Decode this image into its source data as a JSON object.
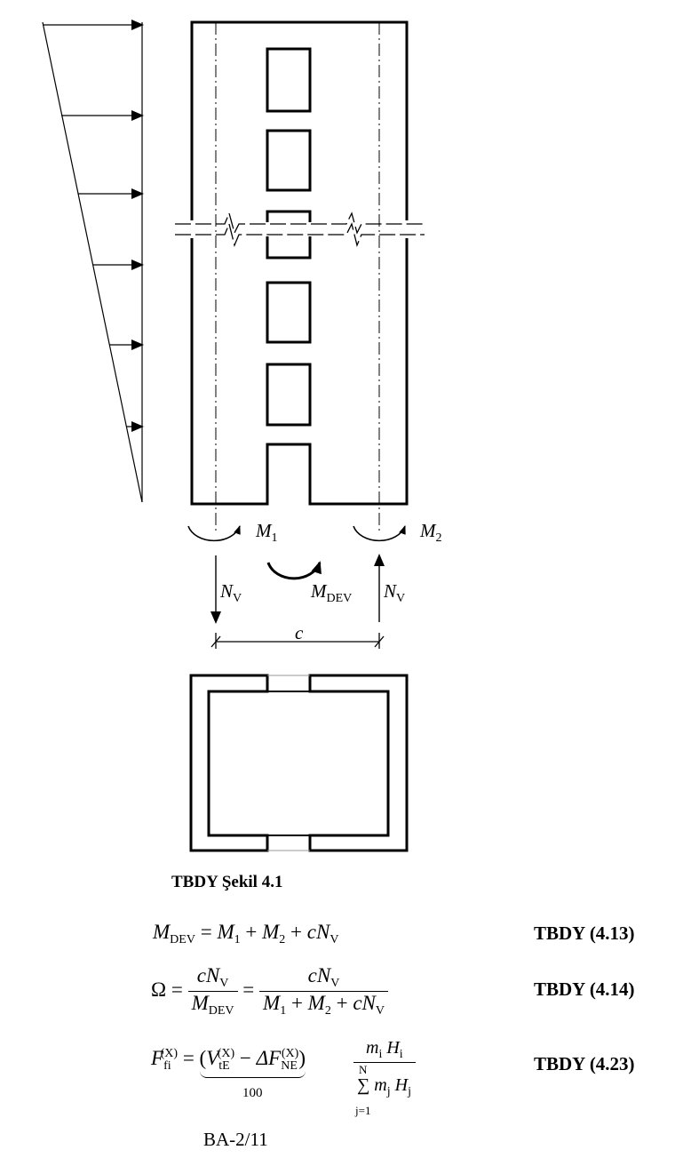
{
  "figure": {
    "caption": "TBDY Şekil 4.1",
    "labels": {
      "m1": "M",
      "m1_sub": "1",
      "m2": "M",
      "m2_sub": "2",
      "mdev": "M",
      "mdev_sub": "DEV",
      "nv": "N",
      "nv_sub": "V",
      "c": "c"
    }
  },
  "equations": [
    {
      "tag": "TBDY (4.13)"
    },
    {
      "tag": "TBDY (4.14)"
    },
    {
      "tag": "TBDY (4.23)"
    }
  ],
  "eq_text": {
    "M": "M",
    "DEV": "DEV",
    "one": "1",
    "two": "2",
    "c": "c",
    "N": "N",
    "V": "V",
    "eq": " = ",
    "plus": " + ",
    "minus": " − ",
    "omega": "Ω",
    "F": "F",
    "fi": "fi",
    "X": "(X)",
    "Vt": "V",
    "tE": "tE",
    "dF": "ΔF",
    "NE": "NE",
    "lp": "(",
    "rp": ")",
    "hundred": "100",
    "m": "m",
    "H": "H",
    "i": "i",
    "j": "j",
    "sum": "∑",
    "Nup": "N",
    "j1": "j=1"
  },
  "page_number": "BA-2/11"
}
